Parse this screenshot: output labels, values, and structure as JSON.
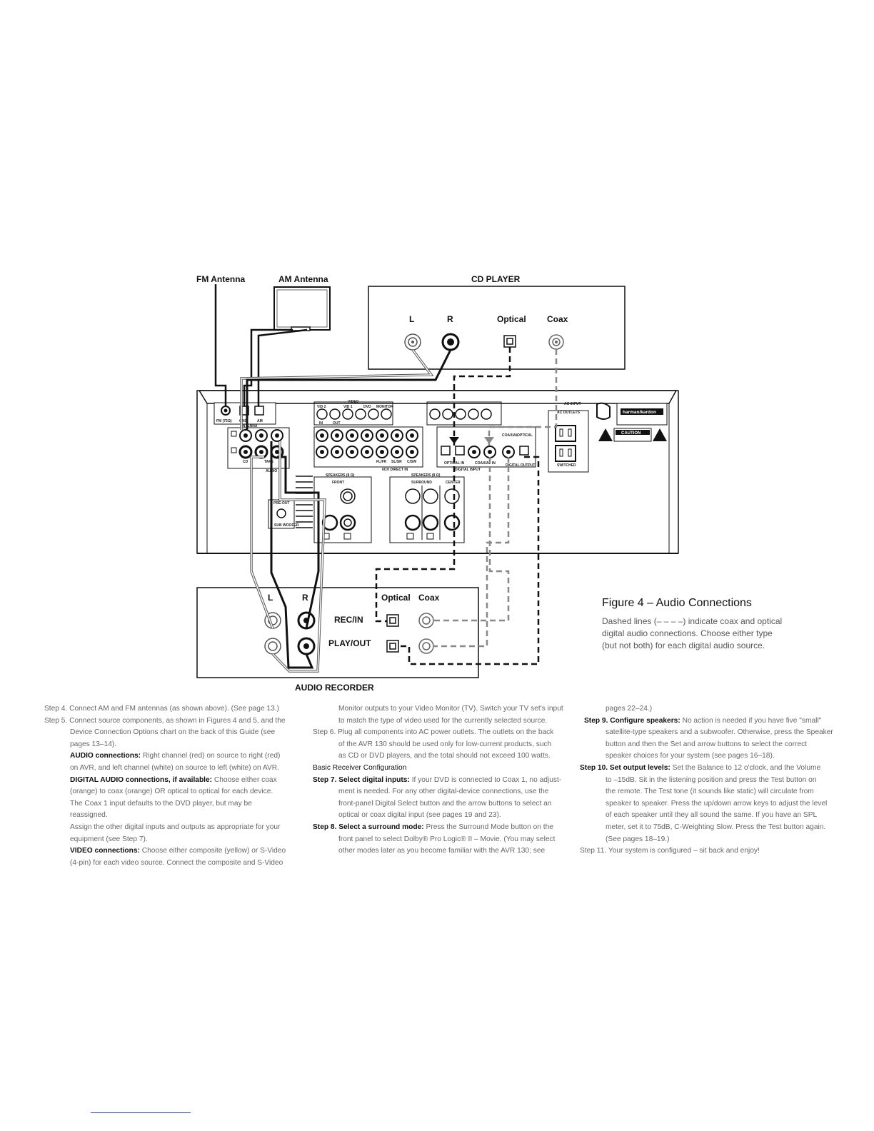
{
  "figure": {
    "labels": {
      "fm_antenna": "FM Antenna",
      "am_antenna": "AM Antenna",
      "cd_player": "CD PLAYER",
      "cd_l": "L",
      "cd_r": "R",
      "cd_optical": "Optical",
      "cd_coax": "Coax",
      "rec_l": "L",
      "rec_r": "R",
      "rec_optical": "Optical",
      "rec_coax": "Coax",
      "rec_in": "REC/IN",
      "play_out": "PLAY/OUT",
      "audio_recorder": "AUDIO RECORDER"
    },
    "panel": {
      "video": "VIDEO",
      "vid2": "VID 2",
      "vid1": "VID 1",
      "dvd": "DVD",
      "monitor": "MONITOR",
      "in": "IN",
      "out": "OUT",
      "fm_label": "FM (75Ω)",
      "gnd": "GND",
      "am": "AM",
      "antenna": "ANTENNA",
      "cd": "CD",
      "tape": "TAPE",
      "audio": "AUDIO",
      "fl_fr": "FL/FR",
      "sl_sr": "SL/SR",
      "c_sw": "C/SW",
      "direct_in": "6CH DIRECT IN",
      "optical_in": "OPTICAL IN",
      "coaxial_in": "COAXIAL IN",
      "digital_input": "DIGITAL INPUT",
      "coaxial": "COAXIAL",
      "optical": "OPTICAL",
      "digital_output": "DIGITAL OUTPUT",
      "speakers_front": "SPEAKERS (8 Ω)",
      "front": "FRONT",
      "speakers_surround": "SPEAKERS (8 Ω)",
      "surround": "SURROUND",
      "center": "CENTER",
      "pre_out": "PRE-OUT",
      "subwoofer": "SUB WOOFER",
      "ac_input": "AC INPUT",
      "ac_outlets": "AC OUTLETS",
      "switched": "SWITCHED",
      "caution": "CAUTION",
      "brand": "harman/kardon"
    }
  },
  "caption": {
    "title": "Figure 4 – Audio Connections",
    "lines": [
      "Dashed lines (– – – –) indicate coax and optical",
      "digital audio connections. Choose either type",
      "(but not both) for each digital audio source."
    ]
  },
  "steps": {
    "col1": {
      "s4": "Step 4. Connect AM and FM antennas (as shown above). (See page 13.)",
      "s5a": "Step 5. Connect source components, as shown in Figures 4 and 5, and the",
      "s5b": "Device Connection Options chart on the back of this Guide (see",
      "s5c": "pages 13–14).",
      "audio_h": "AUDIO connections:",
      "audio_1": " Right channel (red) on source to right (red)",
      "audio_2": "on AVR, and left channel (white) on source to left (white) on AVR.",
      "dig_h": "DIGITAL AUDIO connections, if available:",
      "dig_1": " Choose either coax",
      "dig_2": "(orange) to coax (orange) OR optical to optical for each device.",
      "dig_3": "The Coax 1 input defaults to the DVD player, but may be reassigned.",
      "dig_4": "Assign the other digital inputs and outputs as appropriate for your",
      "dig_5": "equipment (see Step 7).",
      "vid_h": "VIDEO connections:",
      "vid_1": " Choose either composite (yellow) or S-Video",
      "vid_2": "(4-pin) for each video source. Connect the composite and S-Video"
    },
    "col2": {
      "c1": "Monitor outputs to your Video Monitor (TV). Switch your TV set's input",
      "c2": "to match the type of video used for the currently selected source.",
      "s6a": "Step 6. Plug all components into AC power outlets. The outlets on the back",
      "s6b": "of the AVR 130 should be used only for low-current products, such",
      "s6c": "as CD or DVD players, and the total should not exceed 100 watts.",
      "basic": "Basic Receiver Configuration",
      "s7h": "Step 7. Select digital inputs:",
      "s7a": " If your DVD is connected to Coax 1, no adjust-",
      "s7b": "ment is needed. For any other digital-device connections, use the",
      "s7c": "front-panel Digital Select button and the arrow buttons to select an",
      "s7d": "optical or coax digital input (see pages 19 and 23).",
      "s8h": "Step 8. Select a surround mode:",
      "s8a": " Press the Surround Mode button on the",
      "s8b": "front panel to select Dolby® Pro Logic® II – Movie. (You may select",
      "s8c": "other modes later as you become familiar with the AVR 130; see"
    },
    "col3": {
      "c1": "pages 22–24.)",
      "s9h": "Step 9. Configure speakers:",
      "s9a": " No action is needed if you have five \"small\"",
      "s9b": "satellite-type speakers and a subwoofer. Otherwise, press the Speaker",
      "s9c": "button and then the Set and arrow buttons to select the correct",
      "s9d": "speaker choices for your system (see pages 16–18).",
      "s10h": "Step 10. Set output levels:",
      "s10a": " Set the Balance to 12 o'clock, and the Volume",
      "s10b": "to –15dB. Sit in the listening position and press the Test button on",
      "s10c": "the remote. The Test tone (it sounds like static) will circulate from",
      "s10d": "speaker to speaker. Press the up/down arrow keys to adjust the level",
      "s10e": "of each speaker until they all sound the same. If you have an SPL",
      "s10f": "meter, set it to 75dB, C-Weighting Slow. Press the Test button again.",
      "s10g": "(See pages 18–19.)",
      "s11": "Step 11. Your system is configured – sit back and enjoy!"
    }
  }
}
